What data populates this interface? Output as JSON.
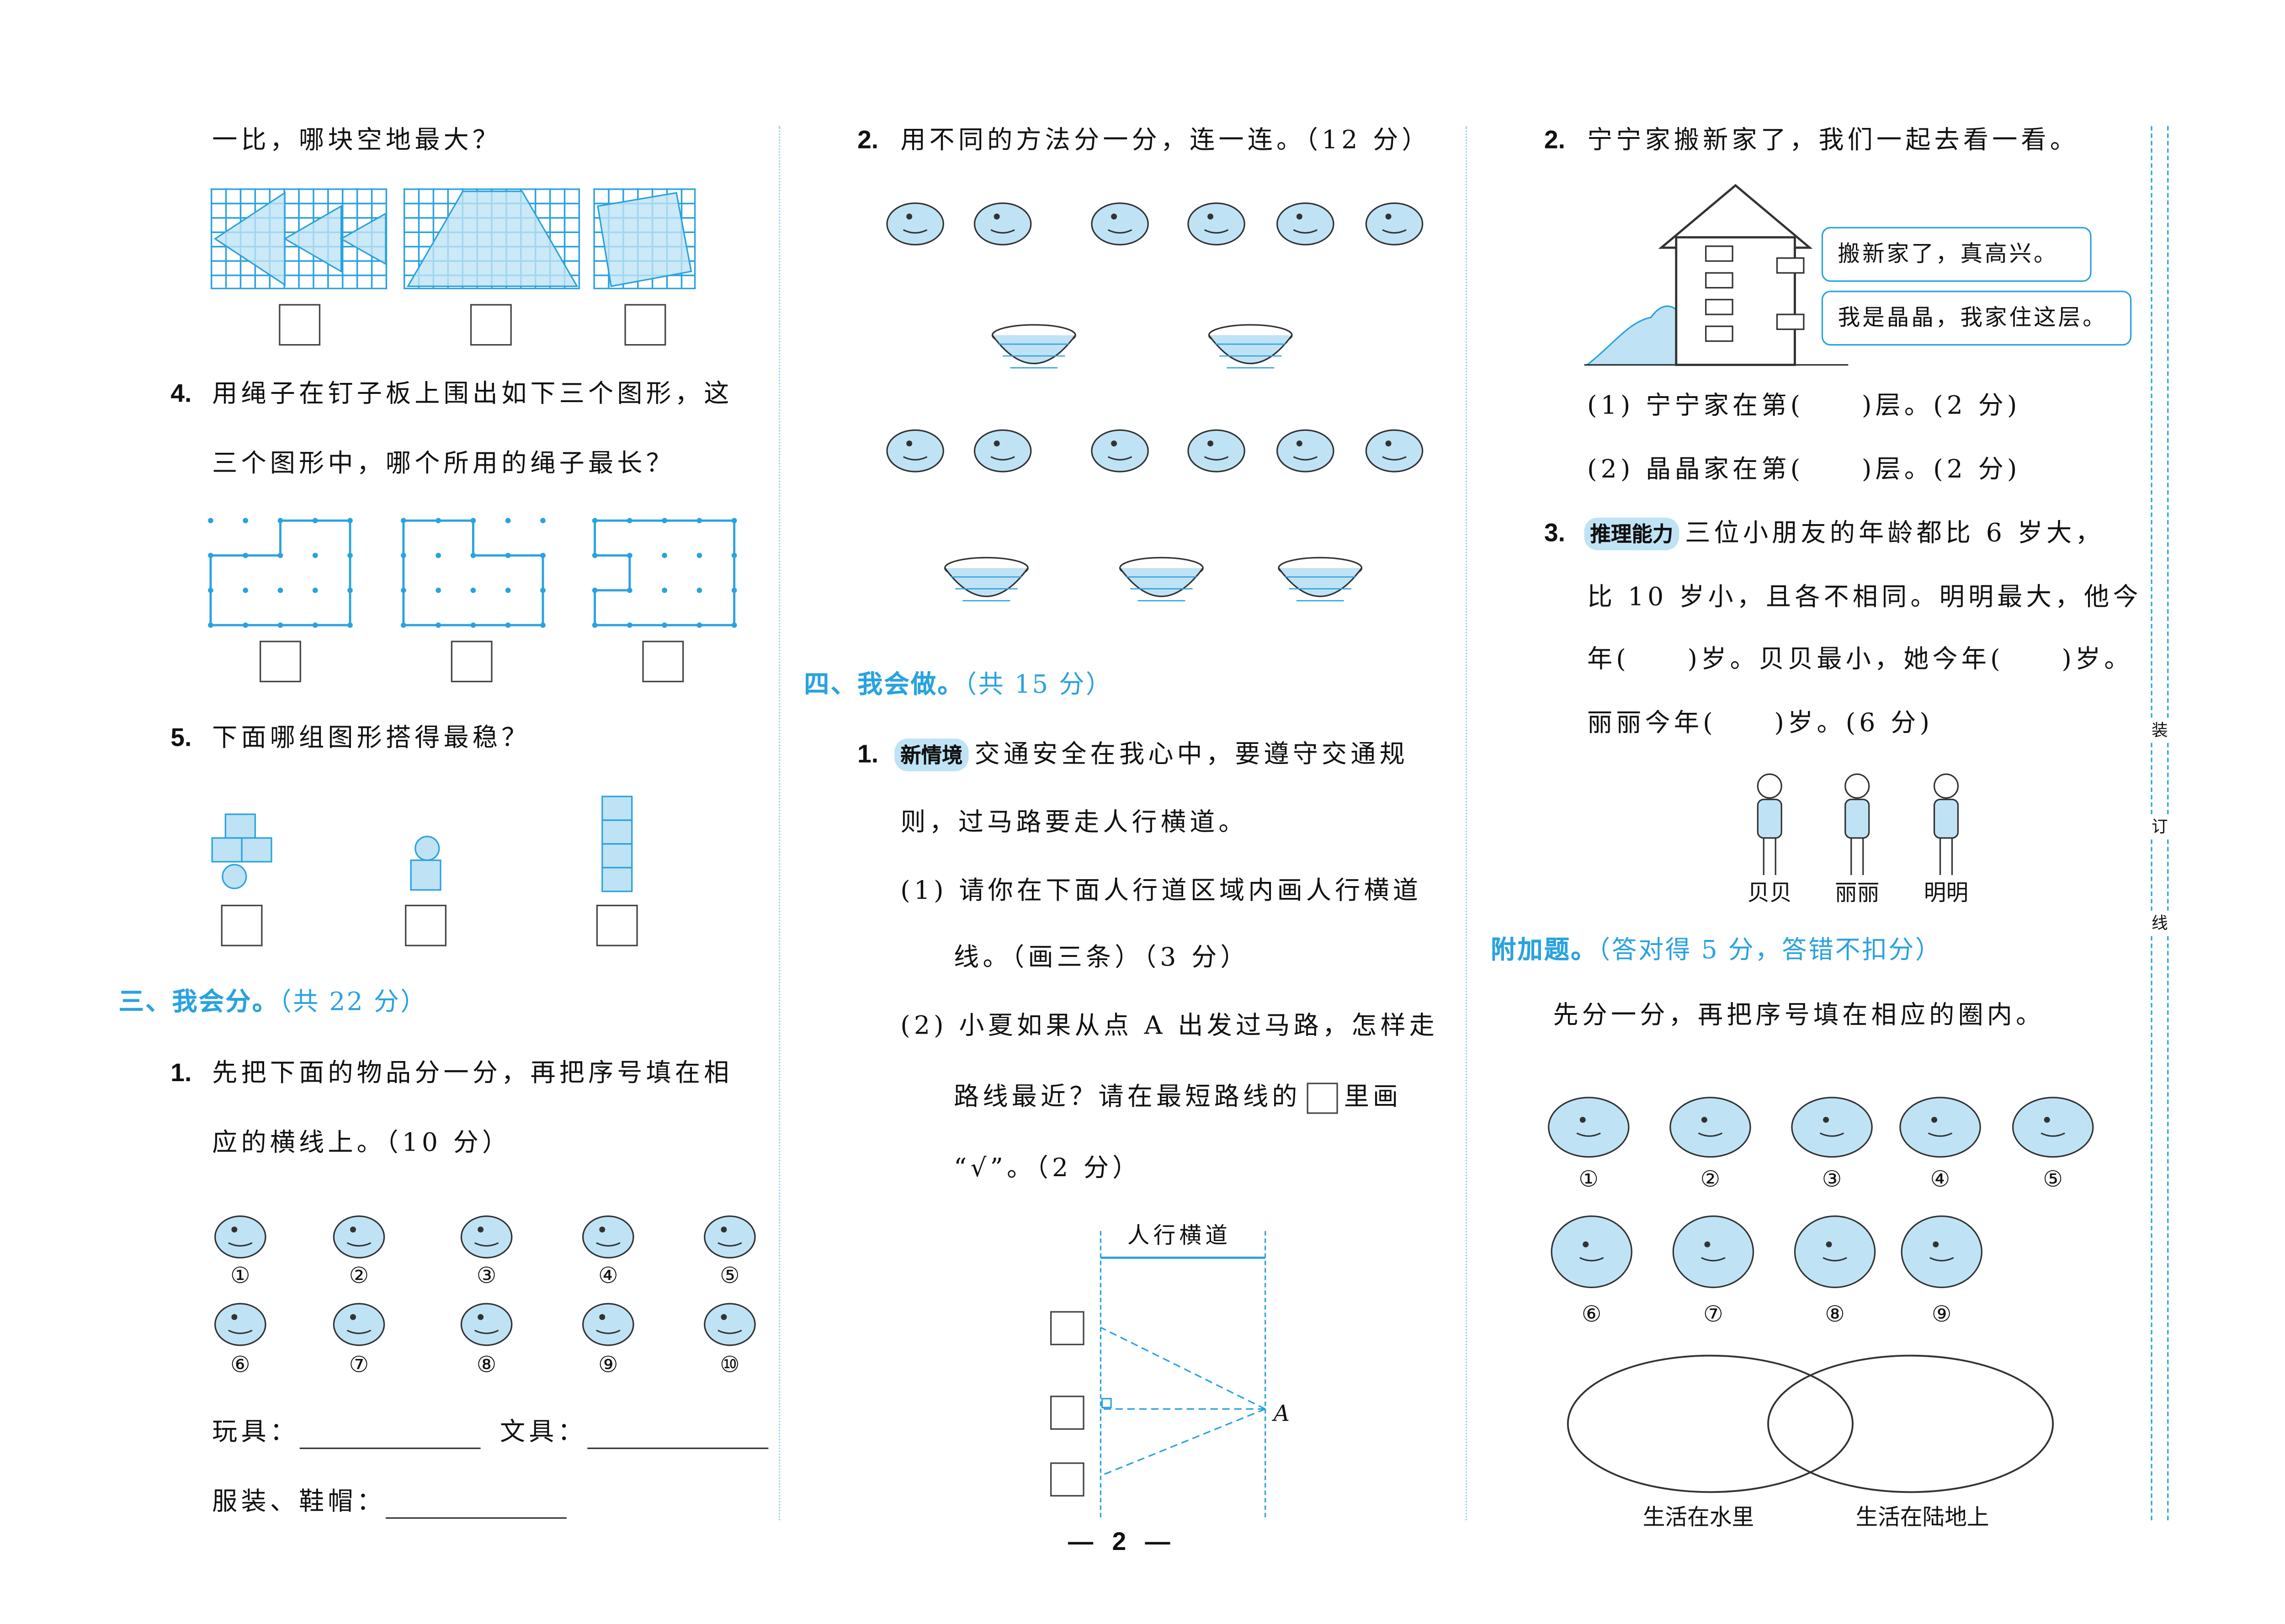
{
  "colors": {
    "accent": "#2aa2df",
    "fill": "#bfe3f5"
  },
  "col1": {
    "q3_tail": "一比，哪块空地最大？",
    "q4": {
      "num": "4.",
      "line1": "用绳子在钉子板上围出如下三个图形，这",
      "line2": "三个图形中，哪个所用的绳子最长？"
    },
    "q5": {
      "num": "5.",
      "text": "下面哪组图形搭得最稳？"
    },
    "section3": {
      "title": "三、我会分。",
      "score": "（共 22 分）"
    },
    "s3q1": {
      "num": "1.",
      "line1": "先把下面的物品分一分，再把序号填在相",
      "line2": "应的横线上。（10 分）",
      "items": [
        {
          "label": "①",
          "icon": "tshirt-icon"
        },
        {
          "label": "②",
          "icon": "toy-car-icon"
        },
        {
          "label": "③",
          "icon": "pencil-icon"
        },
        {
          "label": "④",
          "icon": "pencil-sharpener-icon"
        },
        {
          "label": "⑤",
          "icon": "doll-icon"
        },
        {
          "label": "⑥",
          "icon": "pencil-case-icon"
        },
        {
          "label": "⑦",
          "icon": "toy-plane-icon"
        },
        {
          "label": "⑧",
          "icon": "cap-icon"
        },
        {
          "label": "⑨",
          "icon": "eraser-icon"
        },
        {
          "label": "⑩",
          "icon": "shoe-icon"
        }
      ],
      "toys_label": "玩具：",
      "stationery_label": "文具：",
      "clothing_label": "服装、鞋帽："
    }
  },
  "col2": {
    "q2": {
      "num": "2.",
      "text": "用不同的方法分一分，连一连。（12 分）",
      "items": [
        {
          "icon": "carrot-icon"
        },
        {
          "icon": "apple-icon"
        },
        {
          "icon": "pepper-icon"
        },
        {
          "icon": "pear-icon"
        },
        {
          "icon": "strawberry-icon"
        },
        {
          "icon": "mushroom-icon"
        }
      ]
    },
    "section4": {
      "title": "四、我会做。",
      "score": "（共 15 分）"
    },
    "s4q1": {
      "num": "1.",
      "tag": "新情境",
      "line1": "交通安全在我心中，要遵守交通规",
      "line2": "则，过马路要走人行横道。",
      "p1_line1": "(1) 请你在下面人行道区域内画人行横道",
      "p1_line2": "线。（画三条）（3 分）",
      "p2_line1": "(2) 小夏如果从点 A 出发过马路，怎样走",
      "p2_line2a": "路线最近？请在最短路线的",
      "p2_line2b": "里画",
      "p2_line3": "“√”。（2 分）",
      "diagram_label": "人行横道",
      "point_label": "A"
    },
    "page_number": "— 2 —"
  },
  "col3": {
    "q2": {
      "num": "2.",
      "text": "宁宁家搬新家了，我们一起去看一看。",
      "bubble1": "搬新家了，真高兴。",
      "bubble2": "我是晶晶，我家住这层。",
      "p1": "(1) 宁宁家在第(　　)层。(2 分)",
      "p2": "(2) 晶晶家在第(　　)层。(2 分)"
    },
    "q3": {
      "num": "3.",
      "tag": "推理能力",
      "line1": "三位小朋友的年龄都比 6 岁大，",
      "line2": "比 10 岁小，且各不相同。明明最大，他今",
      "line3": "年(　　)岁。贝贝最小，她今年(　　)岁。",
      "line4": "丽丽今年(　　)岁。(6 分)",
      "kids": [
        "贝贝",
        "丽丽",
        "明明"
      ]
    },
    "bonus": {
      "title": "附加题。",
      "score": "（答对得 5 分，答错不扣分）",
      "text": "先分一分，再把序号填在相应的圈内。",
      "animals": [
        {
          "label": "①",
          "icon": "dolphin-icon"
        },
        {
          "label": "②",
          "icon": "dog-icon"
        },
        {
          "label": "③",
          "icon": "seahorse-icon"
        },
        {
          "label": "④",
          "icon": "deer-icon"
        },
        {
          "label": "⑤",
          "icon": "rabbit-icon"
        },
        {
          "label": "⑥",
          "icon": "elephant-icon"
        },
        {
          "label": "⑦",
          "icon": "fish-icon"
        },
        {
          "label": "⑧",
          "icon": "panda-icon"
        },
        {
          "label": "⑨",
          "icon": "frog-icon"
        }
      ],
      "circle_water": "生活在水里",
      "circle_land": "生活在陆地上"
    }
  },
  "margin": {
    "chars": [
      "装",
      "订",
      "线"
    ]
  }
}
